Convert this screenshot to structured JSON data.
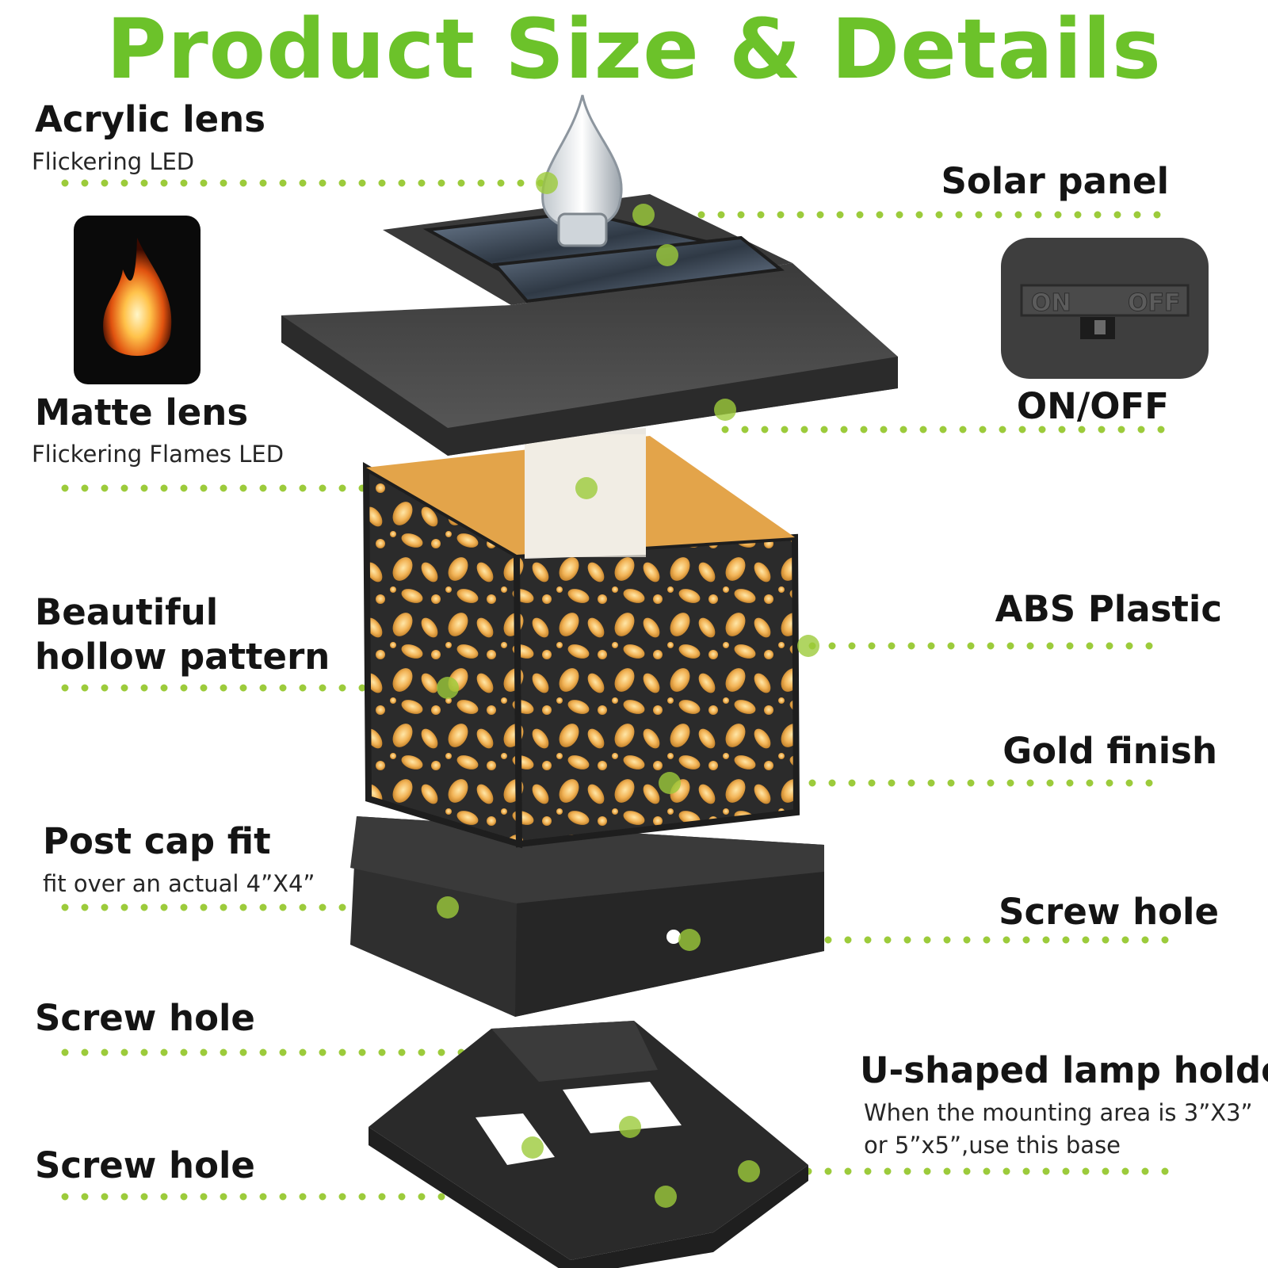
{
  "title": "Product Size & Details",
  "colors": {
    "accent": "#6cc22a",
    "dot": "#9ccb3b",
    "lamp_body": "#2a2a2a",
    "glow": "#f2b457"
  },
  "icons": {
    "flame": "flame-icon",
    "switch": "on-off-switch-icon"
  },
  "labels": {
    "acrylic_lens": {
      "title": "Acrylic lens",
      "sub": "Flickering LED"
    },
    "matte_lens": {
      "title": "Matte lens",
      "sub": "Flickering Flames LED"
    },
    "hollow_pattern": {
      "line1": "Beautiful",
      "line2": "hollow pattern"
    },
    "post_cap": {
      "title": "Post cap fit",
      "sub": "fit over an actual 4”X4”"
    },
    "screw_hole_left_1": "Screw hole",
    "screw_hole_left_2": "Screw hole",
    "solar_panel": "Solar panel",
    "on_off": "ON/OFF",
    "abs_plastic": "ABS Plastic",
    "gold_finish": "Gold finish",
    "screw_hole_right": "Screw hole",
    "u_holder": {
      "title": "U-shaped lamp holder",
      "sub1": "When the mounting area is 3”X3”",
      "sub2": "or 5”x5”,use this base"
    }
  },
  "switch": {
    "on": "ON",
    "off": "OFF"
  }
}
